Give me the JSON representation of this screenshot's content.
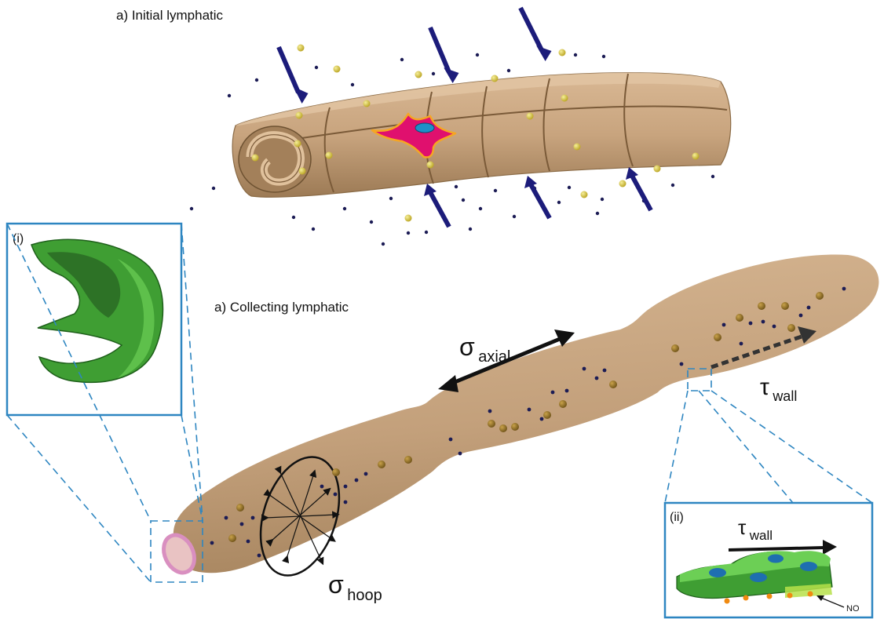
{
  "labels": {
    "initial": "a) Initial lymphatic",
    "collecting": "a) Collecting lymphatic",
    "inset_i": "(i)",
    "inset_ii": "(ii)",
    "no": "NO"
  },
  "stress": {
    "sigma": "σ",
    "tau": "τ",
    "axial_sub": "axial",
    "hoop_sub": "hoop",
    "wall_sub": "wall"
  },
  "colors": {
    "vessel": "#c8a47e",
    "vessel_dark": "#8a6a45",
    "arrow_blue": "#1c1c7a",
    "particle_yellow": "#d8c83a",
    "particle_navy": "#1c1c55",
    "cell_magenta": "#e0106e",
    "inset_border": "#2e86c1",
    "endothelium_green": "#4caf3a",
    "no_orange": "#f08a10"
  }
}
